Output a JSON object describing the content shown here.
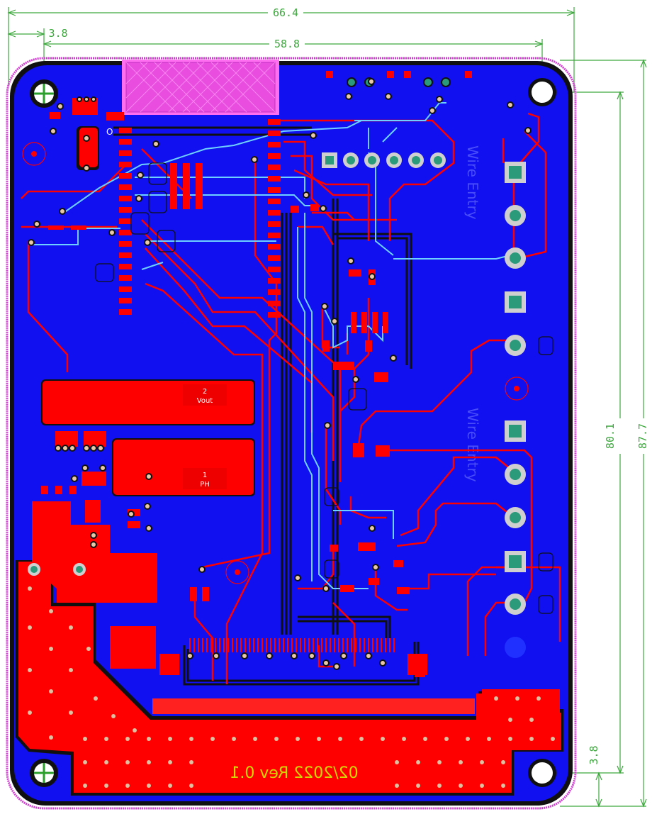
{
  "dimensions": {
    "overall_width": "66.4",
    "hole_offset_x": "3.8",
    "hole_span_x": "58.8",
    "hole_span_y": "80.1",
    "overall_height": "87.7",
    "hole_offset_y": "3.8"
  },
  "pads": {
    "vout_number": "2",
    "vout_label": "Vout",
    "ph_number": "1",
    "ph_label": "PH"
  },
  "silkscreen": {
    "revision_text": "02/2022 Rev 0.1",
    "ghost_text_top": "Wire Entry",
    "ghost_text_bottom": "Wire Entry"
  },
  "colors": {
    "board": "#1010f0",
    "copper_top": "#ff0000",
    "copper_bottom": "#6ed0ff",
    "ground_trace": "#101010",
    "outline": "#d040d0",
    "dimension": "#3da83d",
    "silk": "#d6d600"
  }
}
